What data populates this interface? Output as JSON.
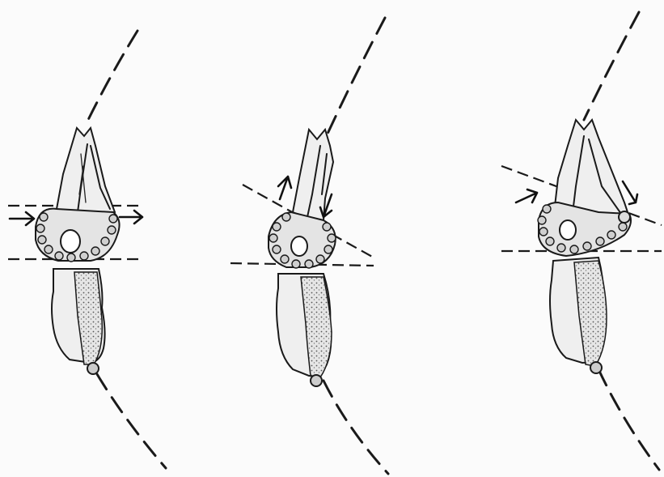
{
  "figure": {
    "panels": [
      {
        "id": "panel-1"
      },
      {
        "id": "panel-2"
      },
      {
        "id": "panel-3"
      }
    ],
    "colors": {
      "ink": "#1a1a1a",
      "paper": "#fbfbfb",
      "shade": "#e4e4e4"
    }
  }
}
